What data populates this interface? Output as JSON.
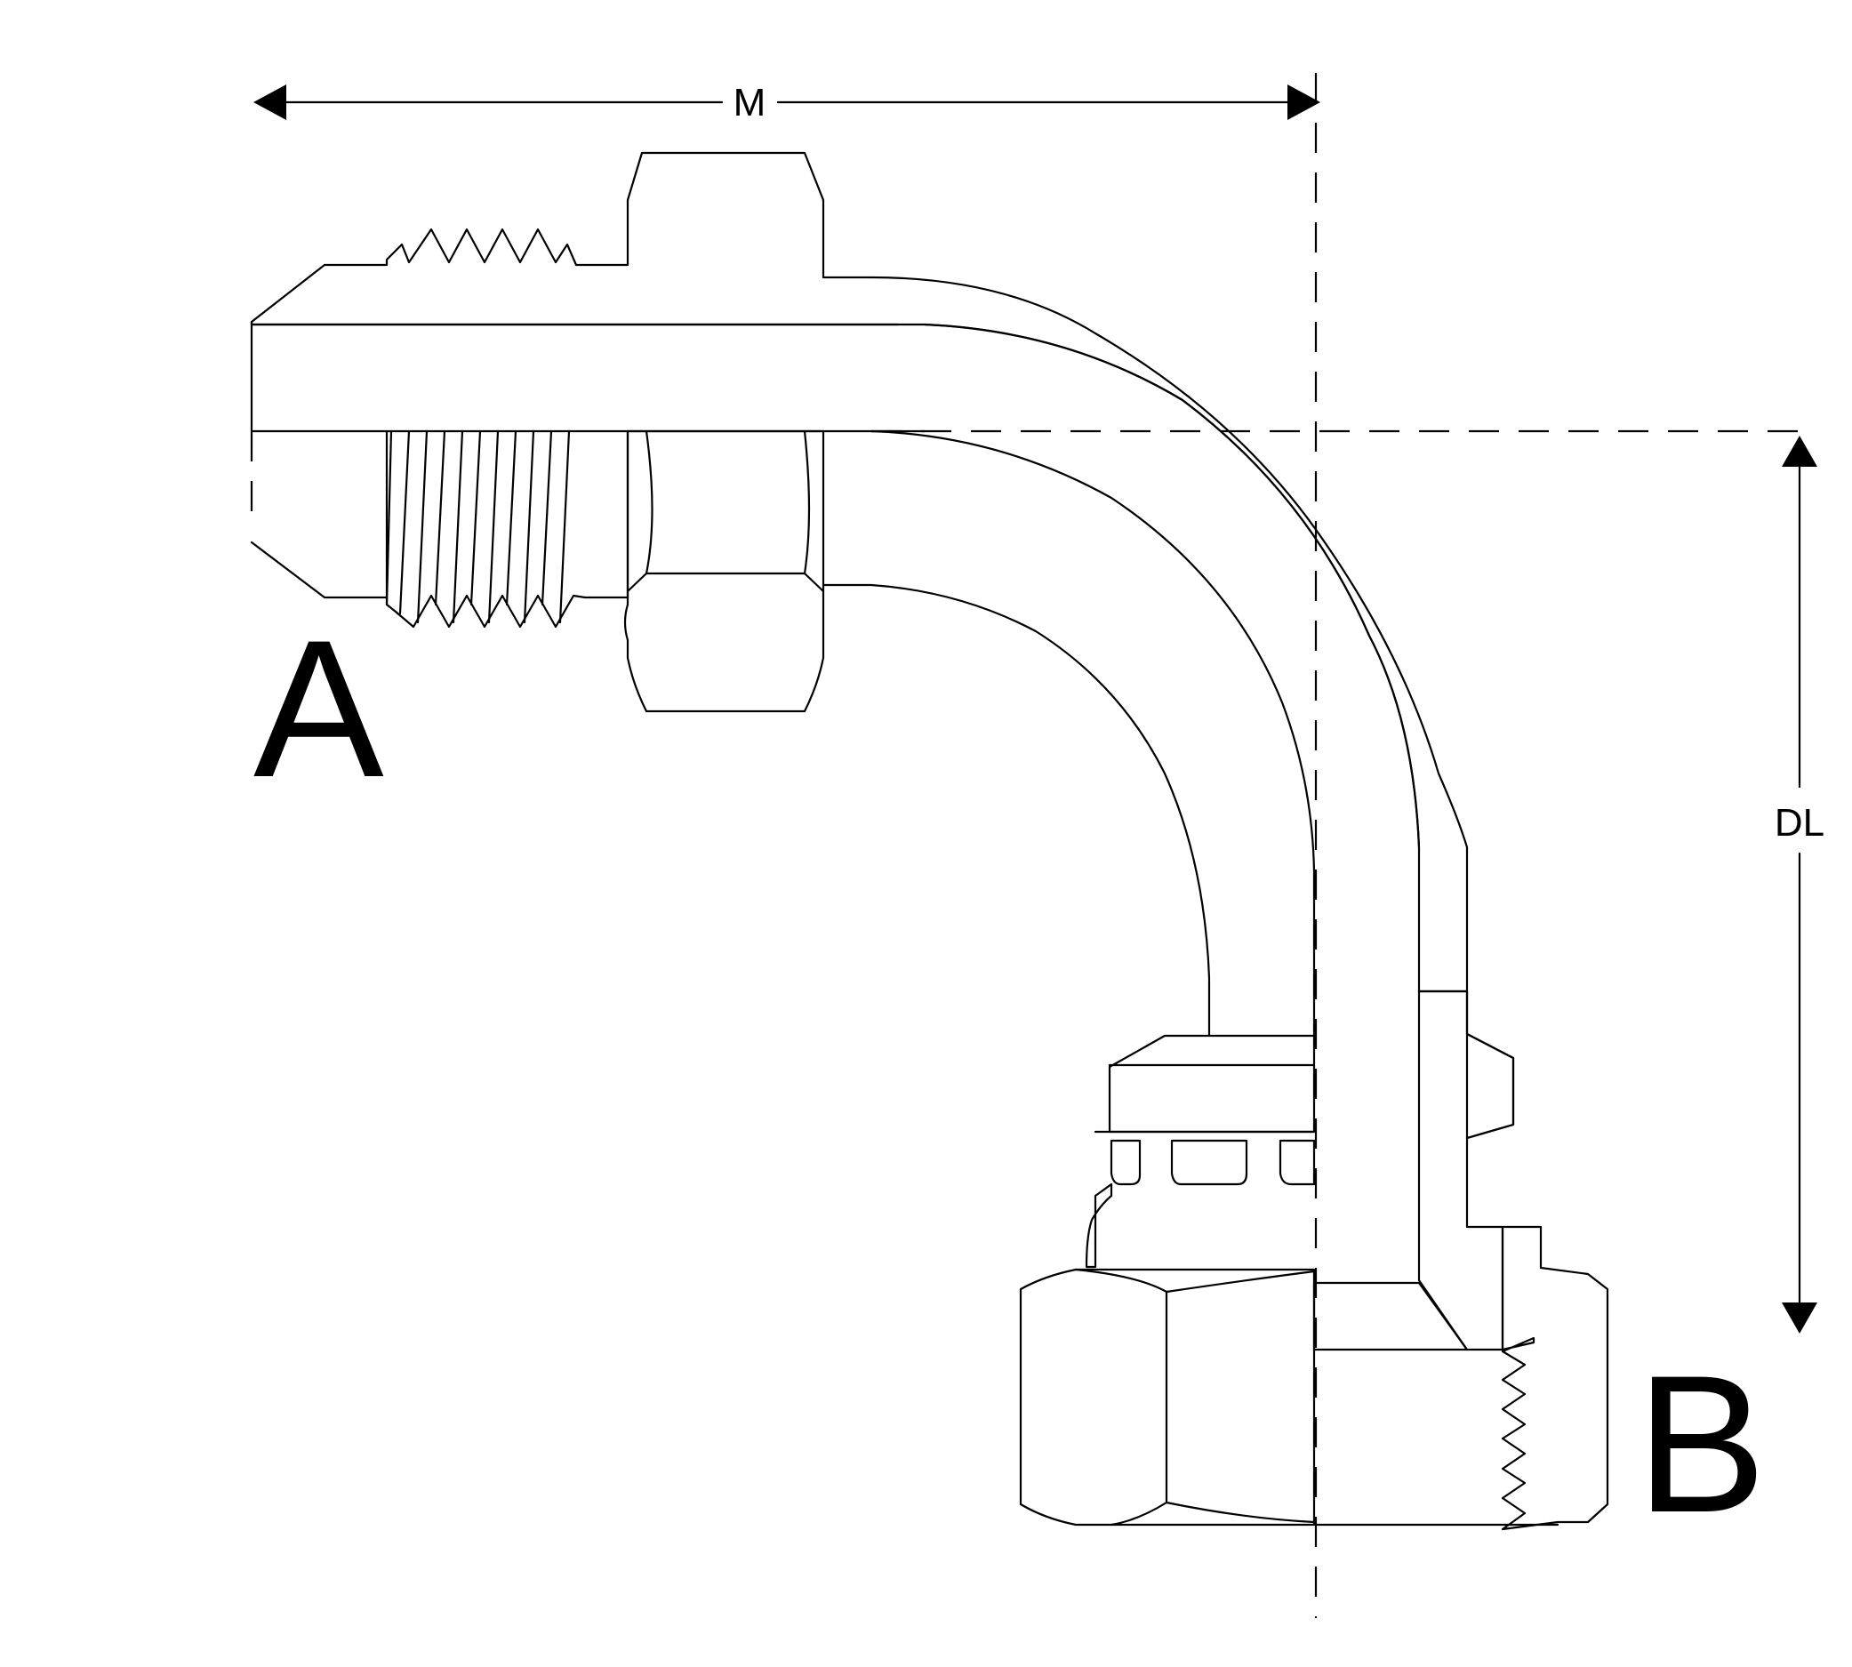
{
  "dimensions": {
    "horizontal_label": "M",
    "vertical_label": "DL"
  },
  "ends": {
    "a_label": "A",
    "b_label": "B"
  },
  "colors": {
    "line": "#000000",
    "background": "#ffffff"
  }
}
